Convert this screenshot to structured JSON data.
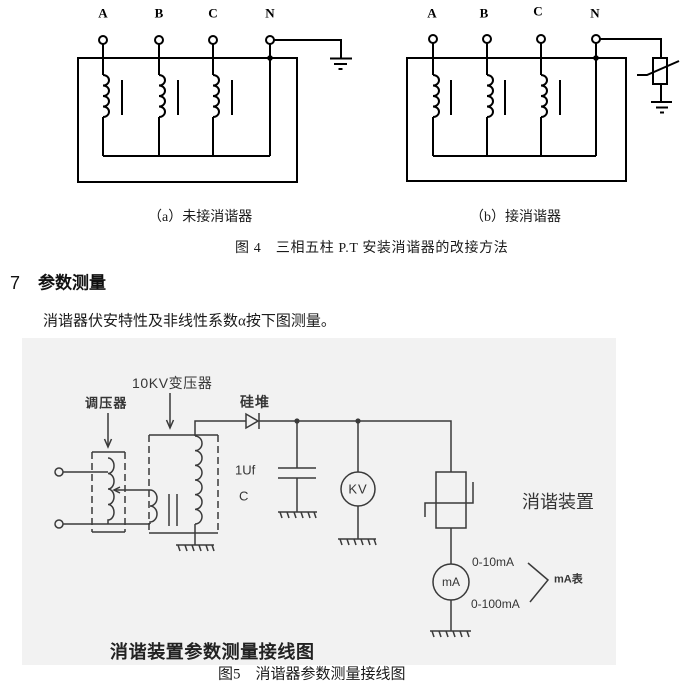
{
  "colors": {
    "line": "#000000",
    "scan_line": "#3a3a3a",
    "scan_background": "#f2f2f2"
  },
  "figure4": {
    "panel_a": {
      "terminals": [
        "A",
        "B",
        "C",
        "N"
      ],
      "caption": "（a）未接消谐器"
    },
    "panel_b": {
      "terminals": [
        "A",
        "B",
        "C",
        "N"
      ],
      "caption": "（b）接消谐器"
    },
    "caption": "图 4　三相五柱 P.T 安装消谐器的改接方法"
  },
  "section": {
    "number": "7",
    "title": "参数测量",
    "paragraph": "消谐器伏安特性及非线性系数α按下图测量。"
  },
  "figure5": {
    "labels": {
      "regulator": "调压器",
      "transformer": "10KV变压器",
      "rectifier": "硅堆",
      "capacitance": "1Uf",
      "capacitor": "C",
      "voltmeter": "KV",
      "device": "消谐装置",
      "ammeter": "mA",
      "range_low": "0-10mA",
      "range_high": "0-100mA",
      "meter": "mA表"
    },
    "inner_title": "消谐装置参数测量接线图",
    "caption": "图5　消谐器参数测量接线图"
  }
}
